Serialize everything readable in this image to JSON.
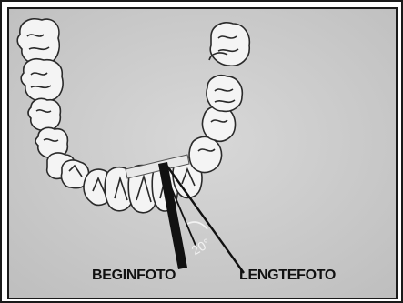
{
  "labels": {
    "begin": "BEGINFOTO",
    "lengte": "LENGTEFOTO",
    "angle": "20°"
  },
  "colors": {
    "background": "#cfcfcf",
    "tooth_fill": "#f4f4f4",
    "tooth_outline": "#2a2a2a",
    "line": "#111111",
    "film": "#e8e8e8"
  }
}
